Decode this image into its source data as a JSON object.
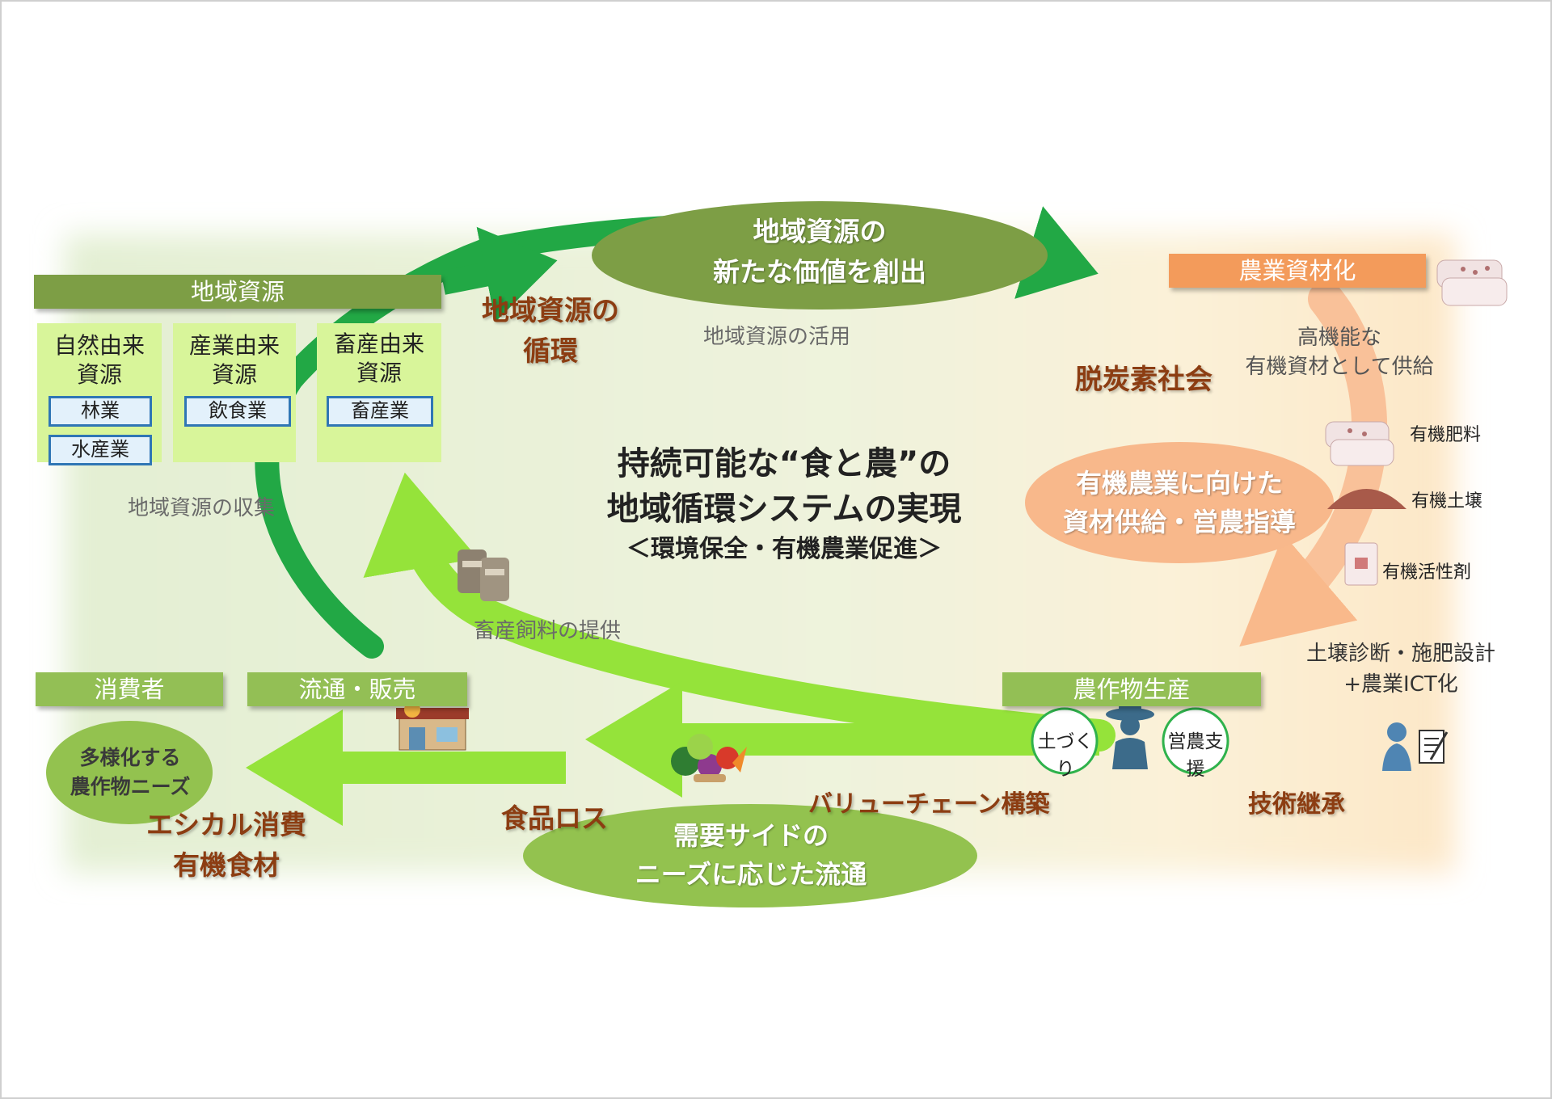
{
  "title": {
    "line1": "持続可能な“食と農”の",
    "line2": "地域循環システムの実現",
    "line3": "＜環境保全・有機農業促進＞"
  },
  "regional_resources": {
    "header": "地域資源",
    "categories": [
      {
        "label": "自然由来\n資源",
        "tags": [
          "林業",
          "水産業"
        ]
      },
      {
        "label": "産業由来\n資源",
        "tags": [
          "飲食業"
        ]
      },
      {
        "label": "畜産由来\n資源",
        "tags": [
          "畜産業"
        ]
      }
    ],
    "collection": "地域資源の収集"
  },
  "top_ellipse": {
    "line1": "地域資源の",
    "line2": "新たな価値を創出"
  },
  "circulation": {
    "line1": "地域資源の",
    "line2": "循環"
  },
  "utilization": "地域資源の活用",
  "agri_materials": {
    "header": "農業資材化",
    "supply_line1": "高機能な",
    "supply_line2": "有機資材として供給",
    "decarbon": "脱炭素社会"
  },
  "organic_ellipse": {
    "line1": "有機農業に向けた",
    "line2": "資材供給・営農指導"
  },
  "materials": [
    "有機肥料",
    "有機土壌",
    "有機活性剤"
  ],
  "soil_diagnosis": {
    "line1": "土壌診断・施肥設計",
    "line2": "+農業ICT化"
  },
  "feed": "畜産飼料の提供",
  "crop_production": {
    "header": "農作物生産",
    "soil_making": "土づくり",
    "farming_support": "営農支援",
    "tech": "技術継承"
  },
  "value_chain": "バリューチェーン構築",
  "consumers": {
    "header": "消費者",
    "diverse_line1": "多様化する",
    "diverse_line2": "農作物ニーズ",
    "ethical_line1": "エシカル消費",
    "ethical_line2": "有機食材"
  },
  "distribution": {
    "header": "流通・販売",
    "food_loss": "食品ロス"
  },
  "demand_ellipse": {
    "line1": "需要サイドの",
    "line2": "ニーズに応じた流通"
  },
  "colors": {
    "dark_green": "#7d9e45",
    "arrow_green": "#22a845",
    "lime": "#95e33a",
    "orange": "#f39b5b",
    "brown_text": "#8c3d12"
  }
}
